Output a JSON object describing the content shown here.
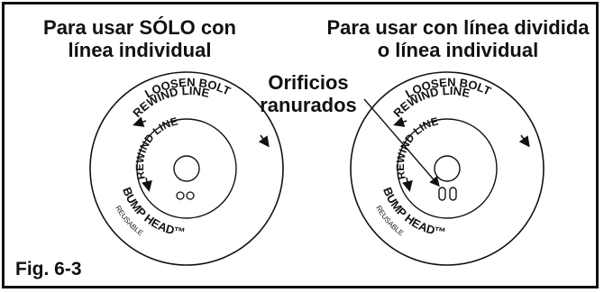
{
  "headings": {
    "left": [
      "Para usar SÓLO con",
      "línea individual"
    ],
    "right": [
      "Para usar con línea dividida",
      "o línea individual"
    ]
  },
  "callout": [
    "Orificios",
    "ranurados"
  ],
  "figure_label": "Fig. 6-3",
  "bump_head": {
    "loosen_bolt": "LOOSEN BOLT",
    "rewind_line_outer": "REWIND LINE",
    "rewind_line_inner": "REWIND LINE",
    "bump_head": "BUMP HEAD™",
    "reusable": "REUSABLE"
  }
}
